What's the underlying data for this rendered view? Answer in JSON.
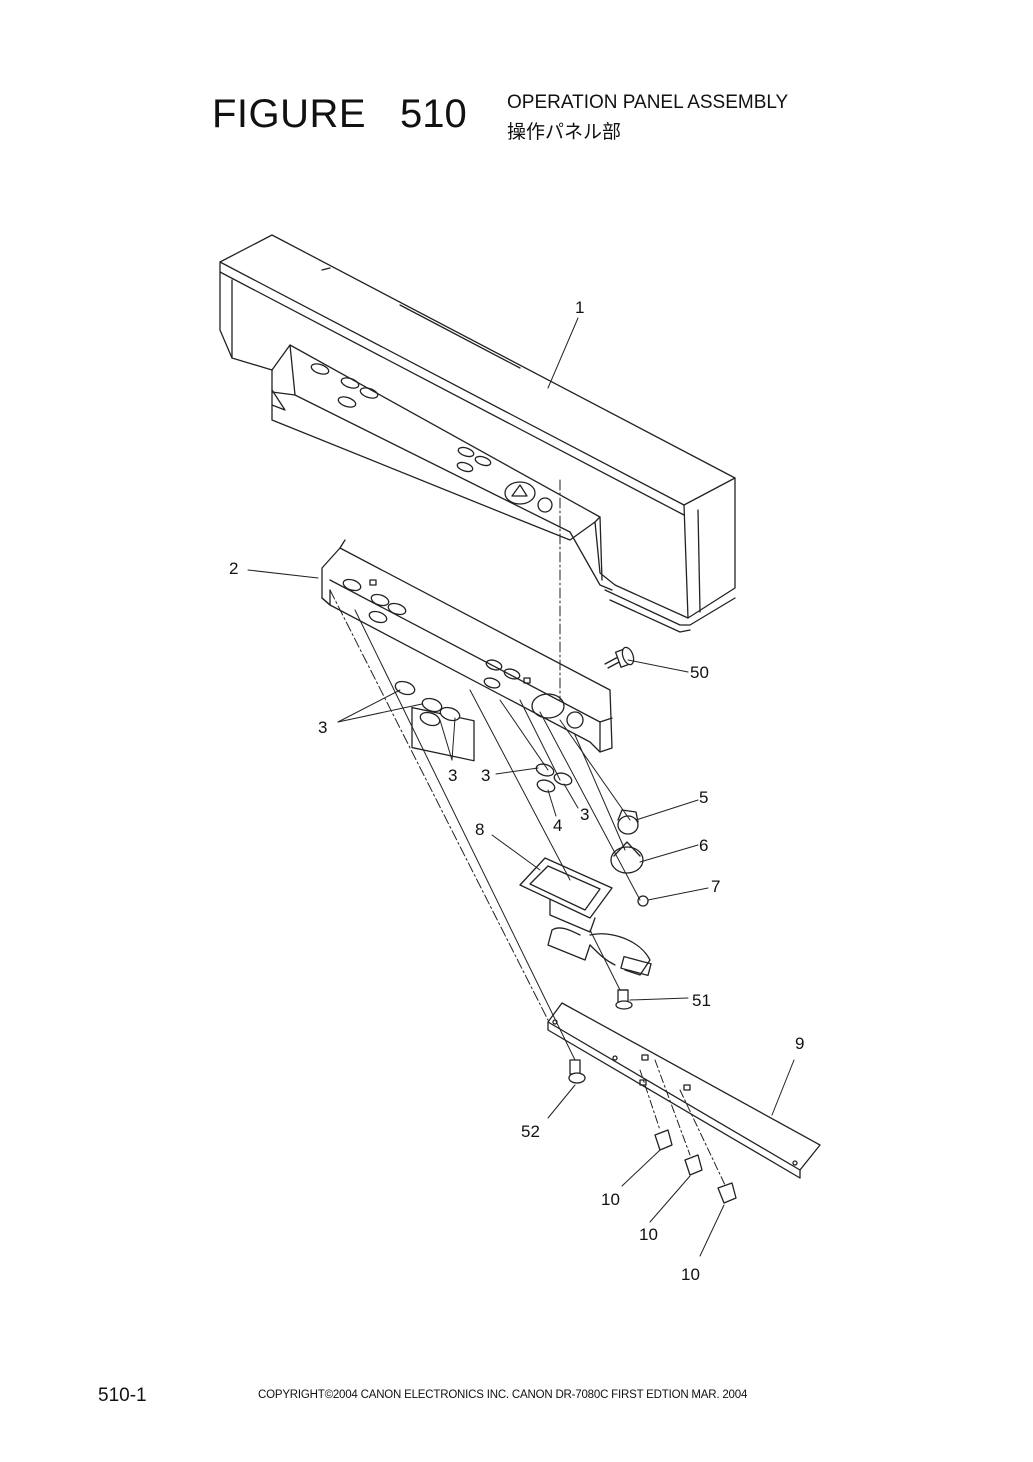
{
  "header": {
    "figure_label": "FIGURE",
    "figure_number": "510",
    "title_en": "OPERATION PANEL ASSEMBLY",
    "title_jp": "操作パネル部"
  },
  "footer": {
    "page_number": "510-1",
    "copyright": "COPYRIGHT©2004 CANON ELECTRONICS INC.   CANON  DR-7080C  FIRST EDTION  MAR.  2004"
  },
  "callouts": {
    "c1": "1",
    "c2": "2",
    "c3a": "3",
    "c3b": "3",
    "c3c": "3",
    "c3d": "3",
    "c4": "4",
    "c5": "5",
    "c6": "6",
    "c7": "7",
    "c8": "8",
    "c9": "9",
    "c10a": "10",
    "c10b": "10",
    "c10c": "10",
    "c50": "50",
    "c51": "51",
    "c52": "52"
  }
}
